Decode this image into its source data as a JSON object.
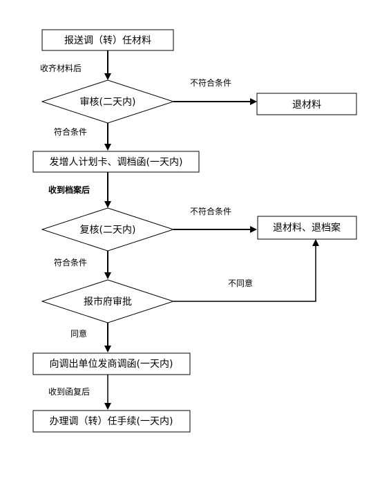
{
  "nodes": {
    "submit": "报送调（转）任材料",
    "review": "审核(二天内)",
    "return_materials": "退材料",
    "issue_card": "发增人计划卡、调档函(一天内)",
    "recheck": "复核(二天内)",
    "return_materials_file": "退材料、退档案",
    "city_approval": "报市府审批",
    "send_letter": "向调出单位发商调函(一天内)",
    "process": "办理调（转）任手续(一天内)"
  },
  "edges": {
    "after_collect": "收齐材料后",
    "not_qualified_1": "不符合条件",
    "qualified_1": "符合条件",
    "after_file": "收到档案后",
    "not_qualified_2": "不符合条件",
    "qualified_2": "符合条件",
    "disagree": "不同意",
    "agree": "同意",
    "after_reply": "收到函复后"
  }
}
